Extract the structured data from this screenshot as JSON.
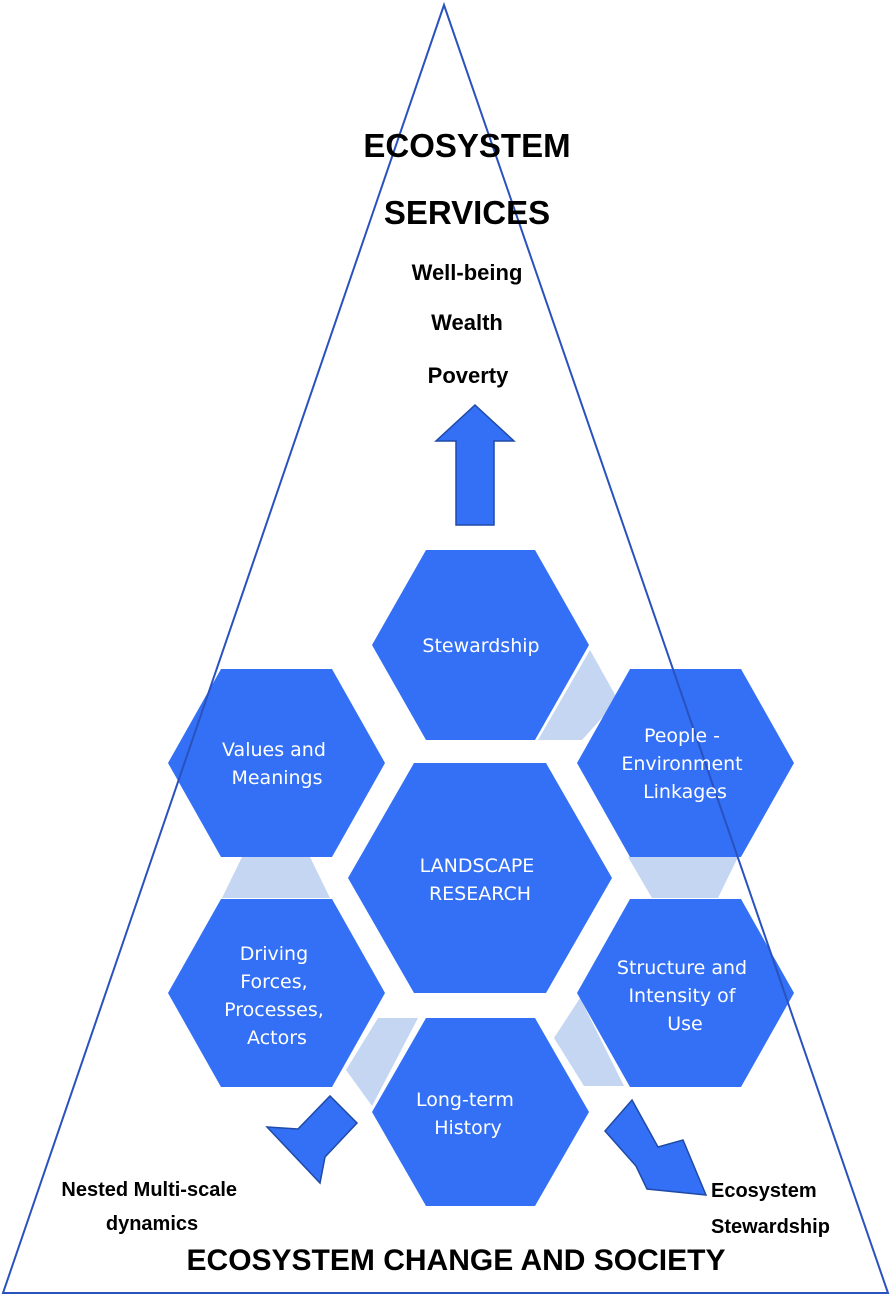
{
  "title": {
    "line1": "ECOSYSTEM",
    "line2": "SERVICES",
    "items": [
      "Well-being",
      "Wealth",
      "Poverty"
    ]
  },
  "bottom_title": "ECOSYSTEM CHANGE AND SOCIETY",
  "left_output": [
    "Nested Multi-scale",
    "dynamics"
  ],
  "right_output": [
    "Ecosystem",
    "Stewardship"
  ],
  "hexagons": {
    "center": [
      "LANDSCAPE",
      "RESEARCH"
    ],
    "stewardship": [
      "Stewardship"
    ],
    "people_environment": [
      "People -",
      "Environment",
      "Linkages"
    ],
    "structure_intensity": [
      "Structure and",
      "Intensity of",
      "Use"
    ],
    "long_term_history": [
      "Long-term",
      "History"
    ],
    "driving_forces": [
      "Driving",
      "Forces,",
      "Processes,",
      "Actors"
    ],
    "values_meanings": [
      "Values and",
      "Meanings"
    ]
  },
  "colors": {
    "triangle_stroke": "#2a52be",
    "hexagon_fill": "#3370f5",
    "connector_fill": "#c4d6f2",
    "arrow_fill": "#3370f5",
    "arrow_stroke": "#1f4aa8"
  }
}
